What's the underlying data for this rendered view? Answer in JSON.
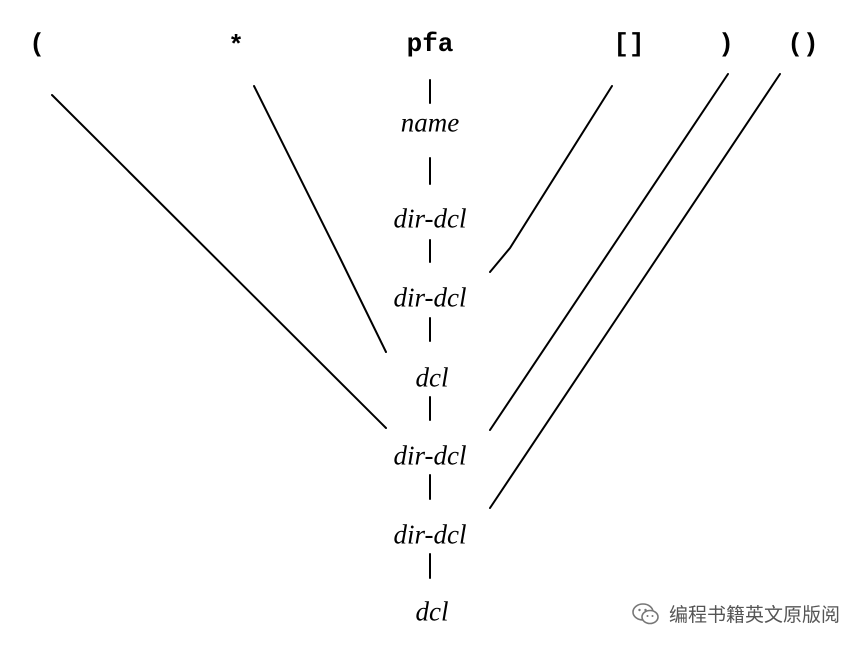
{
  "tokens": {
    "lparen": "(",
    "star": "*",
    "pfa": "pfa",
    "brackets": "[]",
    "rparen": ")",
    "parens": "()"
  },
  "nodes": {
    "name": "name",
    "dir_dcl_1": "dir-dcl",
    "dir_dcl_2": "dir-dcl",
    "dcl_1": "dcl",
    "dir_dcl_3": "dir-dcl",
    "dir_dcl_4": "dir-dcl",
    "dcl_2": "dcl"
  },
  "watermark": {
    "text": "编程书籍英文原版阅",
    "icon": "wechat-icon"
  }
}
